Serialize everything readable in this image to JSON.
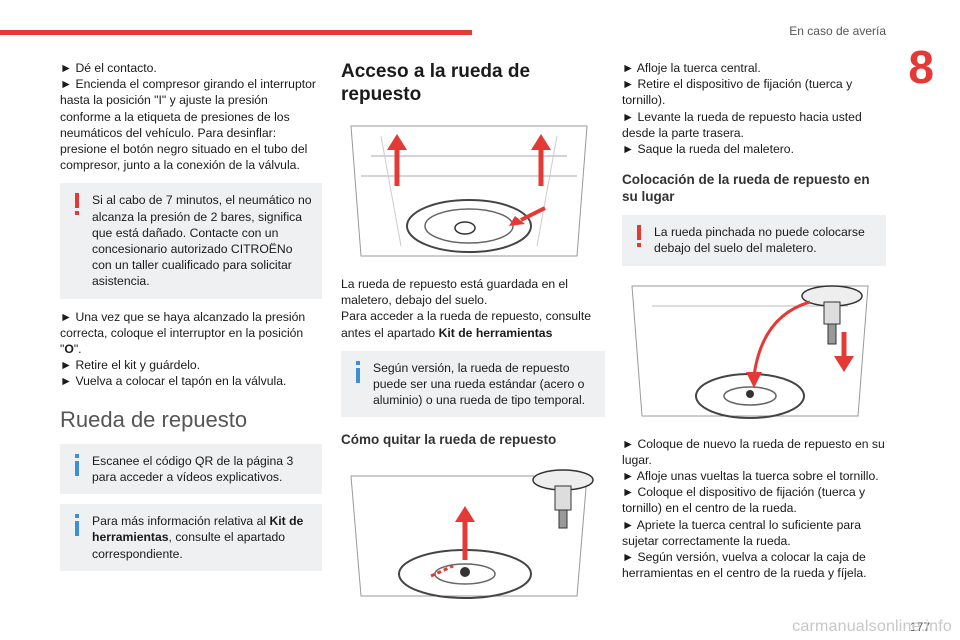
{
  "header": {
    "section": "En caso de avería",
    "chapter": "8"
  },
  "col1": {
    "steps1": [
      "► Dé el contacto.",
      "► Encienda el compresor girando el interruptor hasta la posición \"I\" y ajuste la presión conforme a la etiqueta de presiones de los neumáticos del vehículo. Para desinflar: presione el botón negro situado en el tubo del compresor, junto a la conexión de la válvula."
    ],
    "warning": "Si al cabo de 7 minutos, el neumático no alcanza la presión de 2 bares, significa que está dañado. Contacte con un concesionario autorizado CITROËNo con un taller cualificado para solicitar asistencia.",
    "steps2_a": "► Una vez que se haya alcanzado la presión correcta, coloque el interruptor en la posición \"",
    "steps2_bold": "O",
    "steps2_b": "\".",
    "steps3": [
      "► Retire el kit y guárdelo.",
      "► Vuelva a colocar el tapón en la válvula."
    ],
    "section_title": "Rueda de repuesto",
    "info1": "Escanee el código QR de la página 3 para acceder a vídeos explicativos.",
    "info2_a": "Para más información relativa al ",
    "info2_bold": "Kit de herramientas",
    "info2_b": ", consulte el apartado correspondiente."
  },
  "col2": {
    "title": "Acceso a la rueda de repuesto",
    "para1": "La rueda de repuesto está guardada en el maletero, debajo del suelo.",
    "para2_a": "Para acceder a la rueda de repuesto, consulte antes el apartado ",
    "para2_bold": "Kit de herramientas",
    "info": "Según versión, la rueda de repuesto puede ser una rueda estándar (acero o aluminio) o una rueda de tipo temporal.",
    "subtitle": "Cómo quitar la rueda de repuesto"
  },
  "col3": {
    "steps1": [
      "► Afloje la tuerca central.",
      "► Retire el dispositivo de fijación (tuerca y tornillo).",
      "► Levante la rueda de repuesto hacia usted desde la parte trasera.",
      "► Saque la rueda del maletero."
    ],
    "subtitle": "Colocación de la rueda de repuesto en su lugar",
    "warning": "La rueda pinchada no puede colocarse debajo del suelo del maletero.",
    "steps2": [
      "► Coloque de nuevo la rueda de repuesto en su lugar.",
      "► Afloje unas vueltas la tuerca sobre el tornillo.",
      "► Coloque el dispositivo de fijación (tuerca y tornillo) en el centro de la rueda.",
      "► Apriete la tuerca central lo suficiente para sujetar correctamente la rueda.",
      "► Según versión, vuelva a colocar la caja de herramientas en el centro de la rueda y fíjela."
    ]
  },
  "footer": {
    "page": "177",
    "watermark": "carmanualsonline.info"
  },
  "colors": {
    "accent": "#e53935",
    "info": "#3d8fd6",
    "note_bg": "#eef0f2"
  }
}
